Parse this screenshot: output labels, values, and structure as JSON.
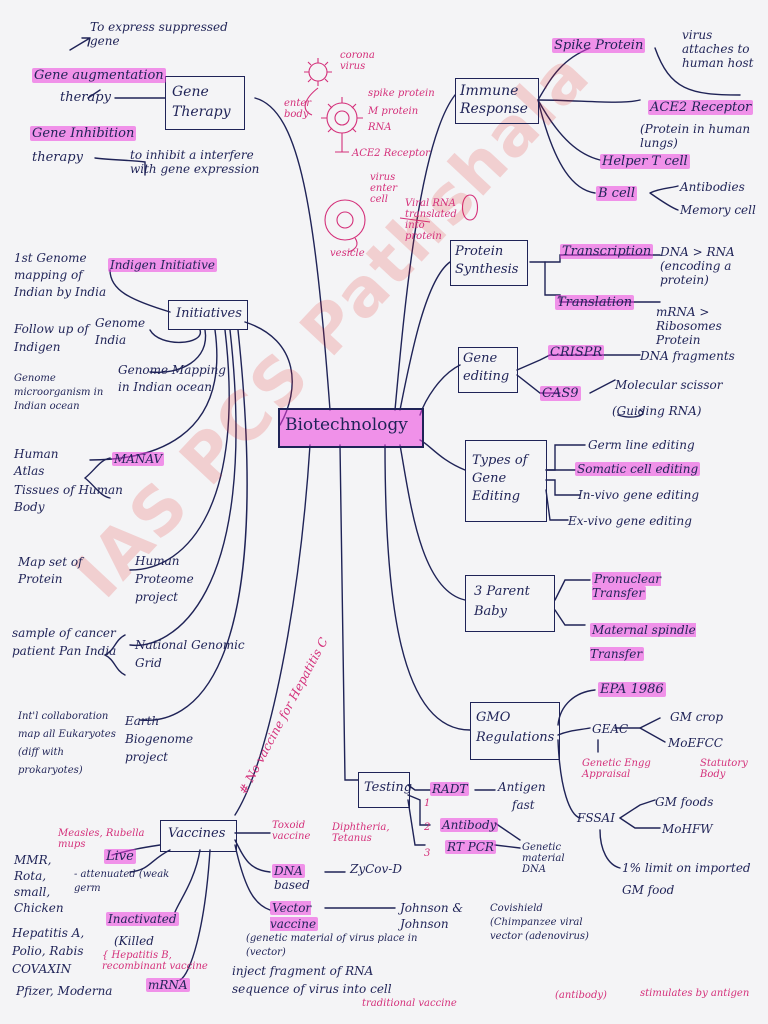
{
  "watermark": "IAS PCS Pathshala",
  "center": "Biotechnology",
  "gene_therapy": {
    "title": "Gene Therapy",
    "express": "To express suppressed gene",
    "augmentation": "Gene augmentation",
    "therapy1": "therapy",
    "inhibition": "Gene Inhibition",
    "therapy2": "therapy",
    "inhibit_desc": "to inhibit a interfere with gene expression"
  },
  "virus": {
    "corona": "corona virus",
    "spike": "spike protein",
    "mprotein": "M protein",
    "rna": "RNA",
    "enter": "enter body",
    "ace2": "ACE2 Receptor",
    "enter_cell": "virus enter cell",
    "vesicle": "vesicle",
    "viral_rna": "Viral RNA translated into protein"
  },
  "immune": {
    "title": "Immune Response",
    "spike": "Spike Protein",
    "virus_attaches": "virus attaches to human host",
    "ace2": "ACE2 Receptor",
    "ace2_desc": "(Protein in human lungs)",
    "helper": "Helper T cell",
    "bcell": "B cell",
    "antibodies": "Antibodies",
    "memory": "Memory cell"
  },
  "protein": {
    "title": "Protein Synthesis",
    "transcription": "Transcription",
    "transcription_desc": "DNA > RNA (encoding a protein)",
    "translation": "Translation",
    "translation_desc": "mRNA > Ribosomes Protein"
  },
  "gene_editing": {
    "title": "Gene editing",
    "crispr": "CRISPR",
    "crispr_desc": "DNA fragments",
    "cas9": "CAS9",
    "cas9_desc": "Molecular scissor",
    "guiding": "(Guiding RNA)"
  },
  "types": {
    "title": "Types of Gene Editing",
    "items": [
      "Germ line editing",
      "Somatic cell editing",
      "In-vivo gene editing",
      "Ex-vivo gene editing"
    ]
  },
  "baby": {
    "title": "3 Parent Baby",
    "pronuclear": "Pronuclear Transfer",
    "maternal": "Maternal spindle Transfer"
  },
  "gmo": {
    "title": "GMO Regulations",
    "epa": "EPA 1986",
    "geac": "GEAC",
    "gm_crop": "GM crop",
    "moefcc": "MoEFCC",
    "geac_full": "Genetic Engg Appraisal",
    "statutory": "Statutory Body",
    "fssai": "FSSAI",
    "gm_foods": "GM foods",
    "mohfw": "MoHFW",
    "limit": "1% limit on imported GM food"
  },
  "testing": {
    "title": "Testing",
    "radt": "RADT",
    "antigen": "Antigen",
    "fast": "fast",
    "antibody": "Antibody",
    "rtpcr": "RT PCR",
    "genetic": "Genetic material DNA",
    "n1": "1",
    "n2": "2",
    "n3": "3"
  },
  "no_vaccine": "# No vaccine for Hepatitis C",
  "initiatives": {
    "title": "Initiatives",
    "first_genome": "1st Genome mapping of Indian by India",
    "indigen": "Indigen Initiative",
    "follow_up": "Follow up of Indigen",
    "genome_india": "Genome India",
    "genome_micro": "Genome microorganism in Indian ocean",
    "genome_mapping": "Genome Mapping in Indian ocean",
    "human_atlas": "Human Atlas",
    "tissues": "Tissues of Human Body",
    "manav": "MANAV",
    "map_protein": "Map set of Protein",
    "proteome": "Human Proteome project",
    "cancer": "sample of cancer patient Pan India",
    "genomic_grid": "National Genomic Grid",
    "intl": "Int'l collaboration map all Eukaryotes (diff with prokaryotes)",
    "earth": "Earth Biogenome project"
  },
  "vaccines": {
    "title": "Vaccines",
    "measles": "Measles, Rubella mups",
    "mmr": "MMR, Rota, small, Chicken",
    "live": "Live",
    "attenuated": "- attenuated (weak germ",
    "hepatitis": "Hepatitis A, Polio, Rabis COVAXIN",
    "inactivated": "Inactivated",
    "killed": "(Killed",
    "hepb": "{ Hepatitis B, recombinant vaccine",
    "pfizer": "Pfizer, Moderna",
    "mrna": "mRNA",
    "inject": "inject fragment of RNA sequence of virus into cell",
    "toxoid": "Toxoid vaccine",
    "dip": "Diphtheria, Tetanus",
    "dna": "DNA",
    "dna_based": "based",
    "zycov": "ZyCov-D",
    "vector": "Vector vaccine",
    "vector_desc": "(genetic material of virus place in (vector)",
    "jj": "Johnson & Johnson",
    "covishield": "Covishield (Chimpanzee viral vector (adenovirus)",
    "traditional": "traditional vaccine",
    "antibody_gen": "(antibody)",
    "stimulates": "stimulates by antigen"
  }
}
